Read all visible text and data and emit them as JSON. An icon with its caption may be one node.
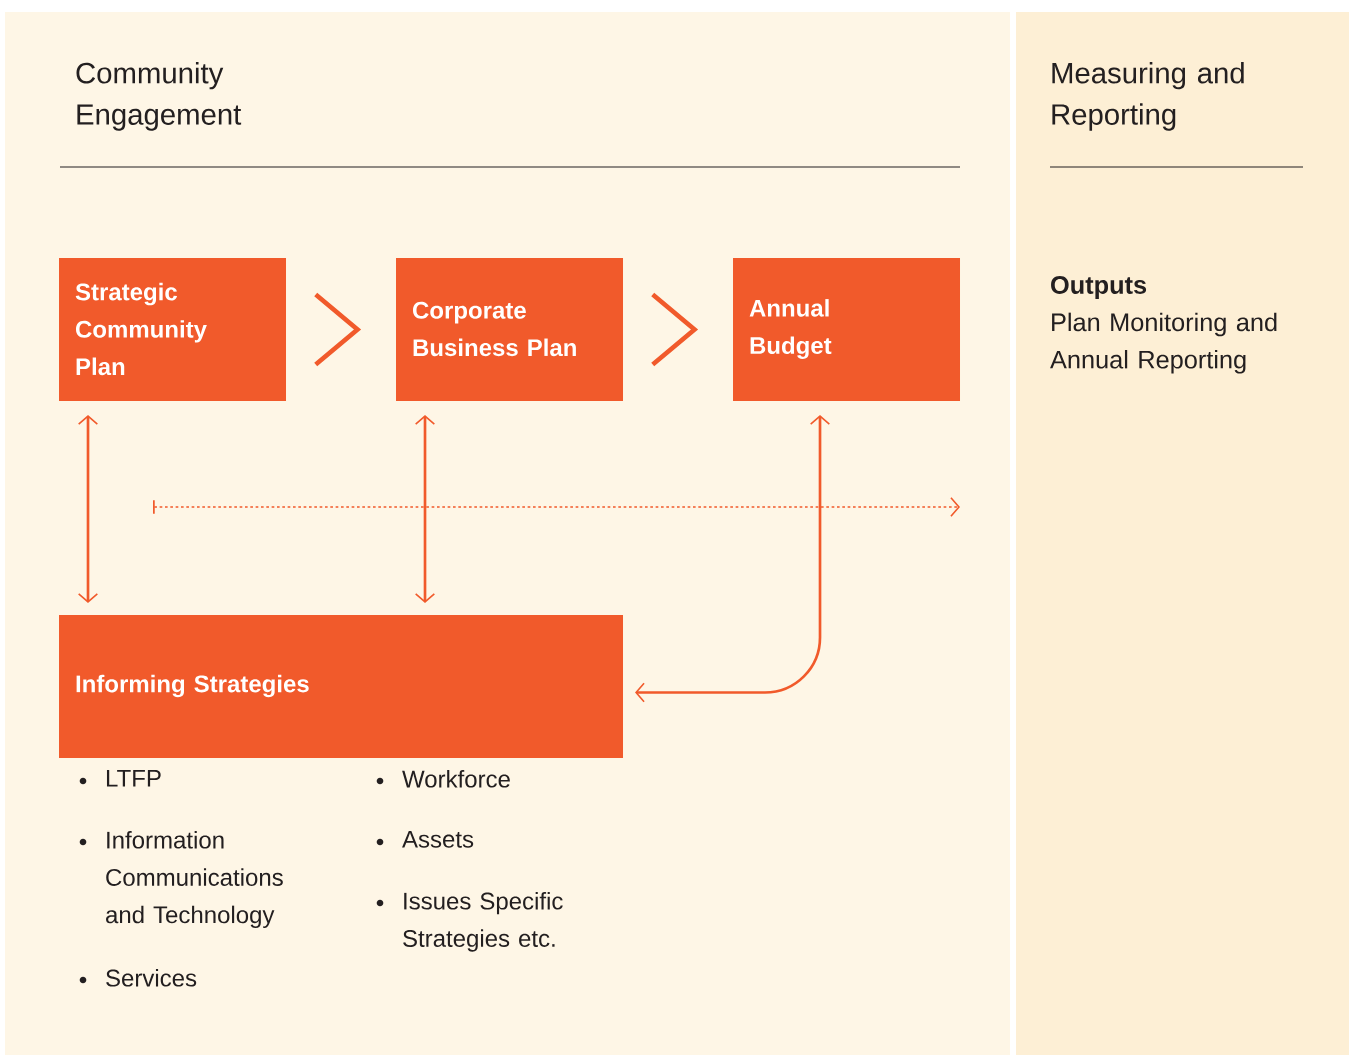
{
  "diagram": {
    "nodes": [
      {
        "text": [
          "Community Engagement"
        ]
      },
      {
        "text": [
          "Measuring and Reporting",
          "Outputs",
          "Plan Monitoring and Annual Reporting"
        ]
      },
      {
        "text": [
          "Strategic Community Plan"
        ],
        "in": 0
      },
      {
        "text": [
          "Corporate Business Plan"
        ],
        "in": 0
      },
      {
        "text": [
          "Annual Budget"
        ],
        "in": 0
      },
      {
        "text": [
          "Informing Strategies"
        ],
        "in": 0,
        "beside": [
          "LTFP",
          "Information Communications and Technology",
          "Services",
          "Workforce",
          "Assets",
          "Issues Specific Strategies etc."
        ]
      }
    ],
    "edges": [
      {
        "from": 2,
        "to": 3,
        "arrow": "to"
      },
      {
        "from": 3,
        "to": 4,
        "arrow": "to"
      },
      {
        "from": 2,
        "to": 5,
        "arrow": "both"
      },
      {
        "from": 3,
        "to": 5,
        "arrow": "both"
      },
      {
        "from": 4,
        "to": 5,
        "arrow": "both"
      },
      {
        "from": null,
        "to": 1,
        "arrow": "to",
        "style": "dashed"
      }
    ]
  }
}
